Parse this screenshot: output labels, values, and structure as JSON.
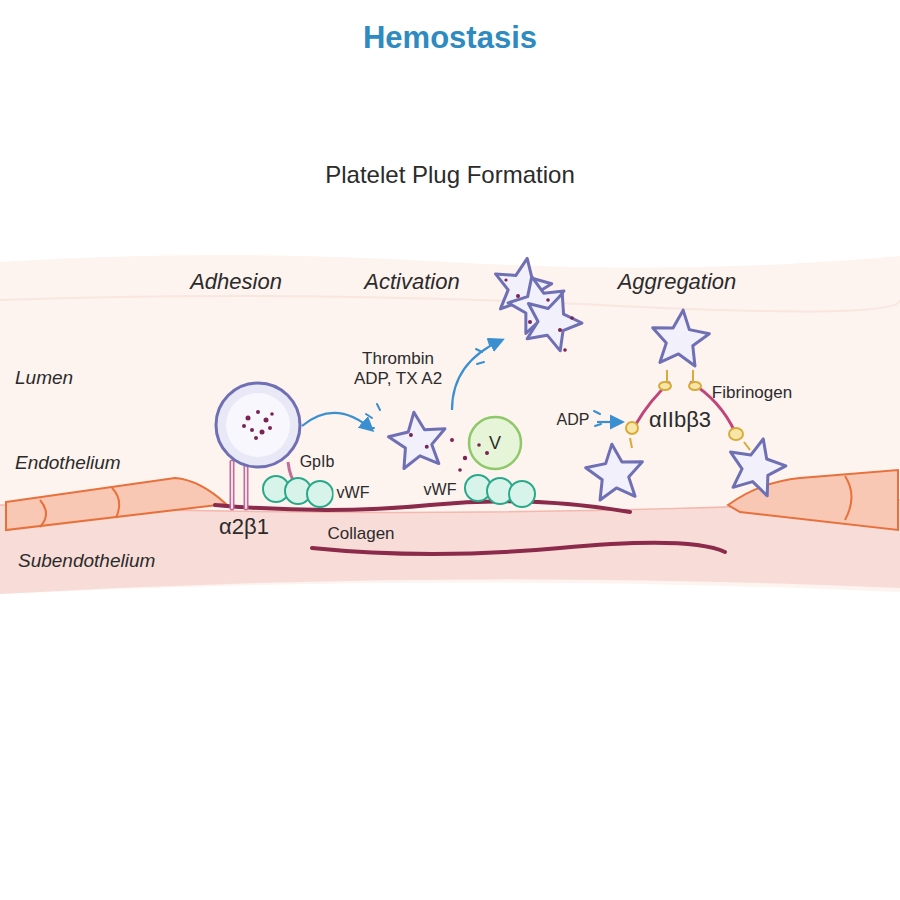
{
  "diagram": {
    "title": "Hemostasis",
    "nodes": [
      {
        "text": [
          "V"
        ]
      }
    ],
    "labels": [
      "Platelet Plug Formation",
      "Adhesion",
      "Activation",
      "Aggregation",
      "Lumen",
      "Endothelium",
      "Subendothelium",
      "Thrombin ADP, TX A2",
      "GpIb",
      "vWF",
      "vWF",
      "ADP",
      "αIIbβ3",
      "Fibrinogen",
      "α2β1",
      "Collagen"
    ]
  }
}
